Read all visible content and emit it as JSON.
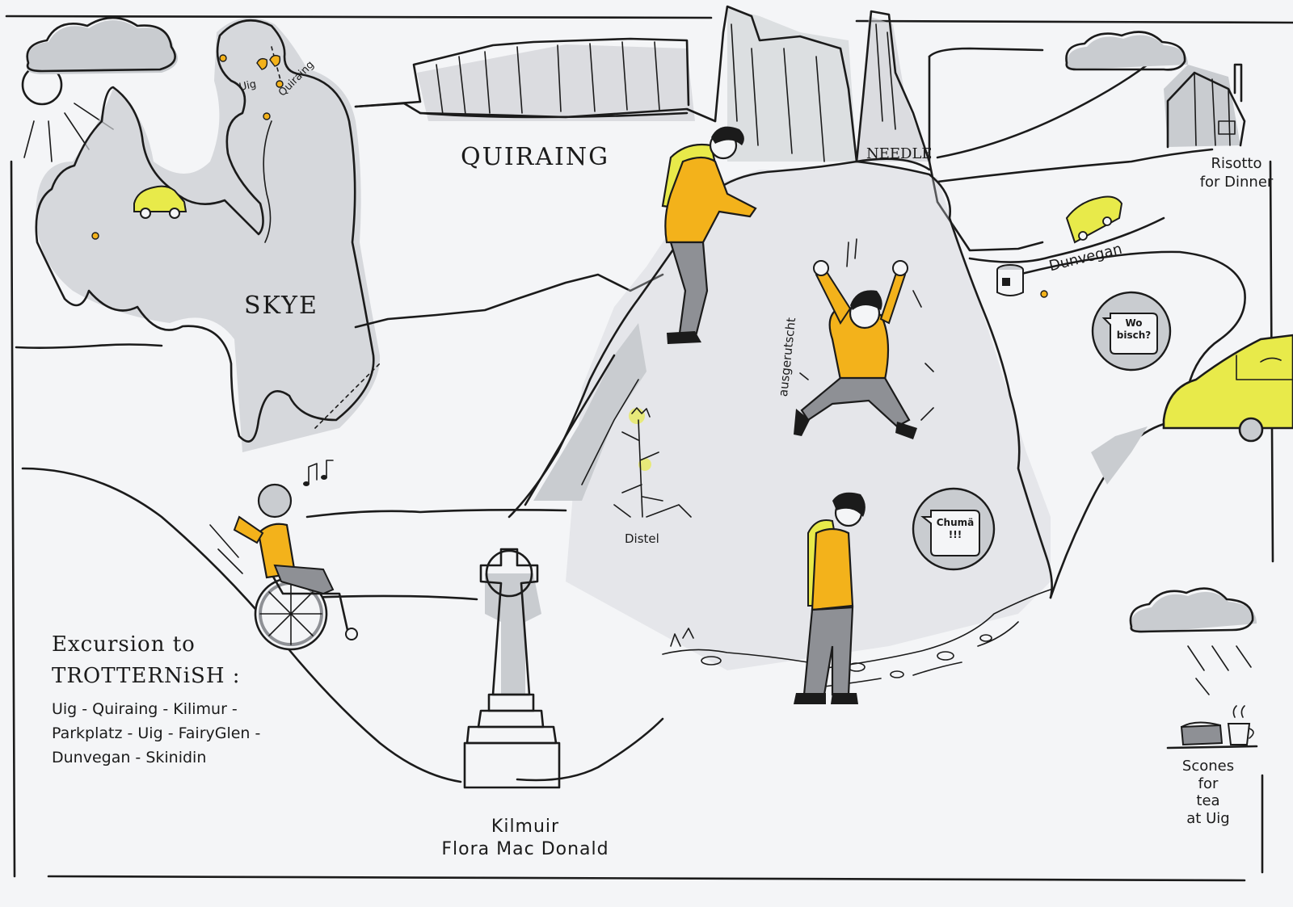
{
  "colors": {
    "ink": "#1b1b1b",
    "paper": "#f4f5f7",
    "shadow": "#c9ccd0",
    "jacket": "#f3b21b",
    "car": "#e8ea4a",
    "pants": "#8e9095"
  },
  "icons": [
    "sun-icon",
    "cloud-icon",
    "car-icon",
    "house-icon",
    "cross-icon",
    "thistle-icon",
    "music-note-icon",
    "cup-icon",
    "cake-icon",
    "wheelchair-icon"
  ],
  "labels": {
    "island": "SKYE",
    "uig_map": "Uig",
    "quiraing_map": "Quiraing",
    "quiraing": "QUIRAING",
    "needle": "NEEDLE",
    "dunvegan": "Dunvegan",
    "risotto": "Risotto\nfor Dinner",
    "distel": "Distel",
    "ausgerutscht": "ausgerutscht",
    "kilmuir": "Kilmuir\nFlora Mac Donald",
    "scones": "Scones\nfor\ntea\nat Uig"
  },
  "bubbles": {
    "wo_bisch": "Wo\nbisch?",
    "chumm": "Chumä\n!!!"
  },
  "excursion": {
    "title_line1": "Excursion to",
    "title_line2": "TROTTERNiSH :",
    "route_line1": "Uig - Quiraing - Kilimur -",
    "route_line2": "Parkplatz - Uig - FairyGlen -",
    "route_line3": "Dunvegan - Skinidin"
  }
}
